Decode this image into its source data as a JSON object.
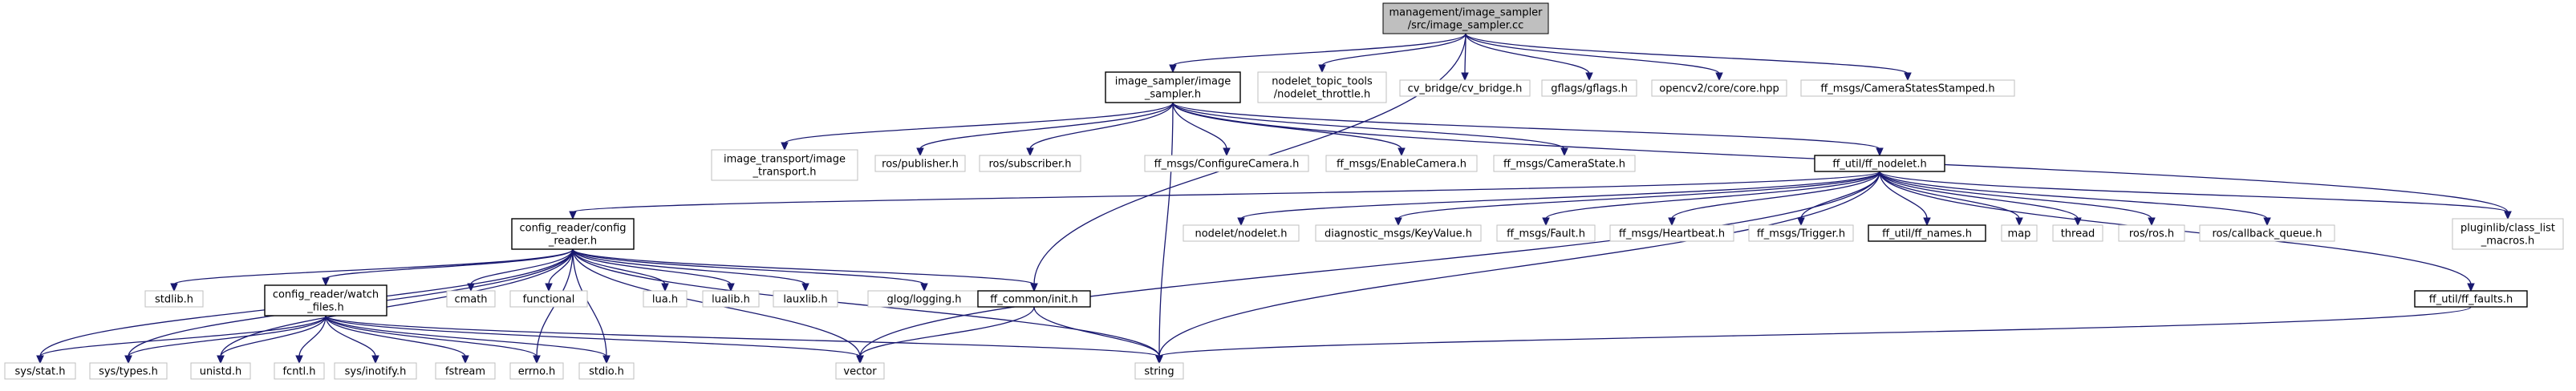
{
  "graph": {
    "colors": {
      "edge": "#191970",
      "root_fill": "#bfbfbf",
      "documented_border": "#000000",
      "external_border": "#bfbfbf",
      "node_fill": "#ffffff",
      "text": "#000000"
    },
    "nodes": [
      {
        "id": "root",
        "lines": [
          "management/image_sampler",
          "/src/image_sampler.cc"
        ],
        "kind": "root"
      },
      {
        "id": "image_sampler_h",
        "lines": [
          "image_sampler/image",
          "_sampler.h"
        ],
        "kind": "documented"
      },
      {
        "id": "nodelet_throttle",
        "lines": [
          "nodelet_topic_tools",
          "/nodelet_throttle.h"
        ],
        "kind": "external"
      },
      {
        "id": "cv_bridge",
        "lines": [
          "cv_bridge/cv_bridge.h"
        ],
        "kind": "external"
      },
      {
        "id": "gflags",
        "lines": [
          "gflags/gflags.h"
        ],
        "kind": "external"
      },
      {
        "id": "opencv_core",
        "lines": [
          "opencv2/core/core.hpp"
        ],
        "kind": "external"
      },
      {
        "id": "camera_states_stamped",
        "lines": [
          "ff_msgs/CameraStatesStamped.h"
        ],
        "kind": "external"
      },
      {
        "id": "image_transport",
        "lines": [
          "image_transport/image",
          "_transport.h"
        ],
        "kind": "external"
      },
      {
        "id": "ros_publisher",
        "lines": [
          "ros/publisher.h"
        ],
        "kind": "external"
      },
      {
        "id": "ros_subscriber",
        "lines": [
          "ros/subscriber.h"
        ],
        "kind": "external"
      },
      {
        "id": "configure_camera",
        "lines": [
          "ff_msgs/ConfigureCamera.h"
        ],
        "kind": "external"
      },
      {
        "id": "enable_camera",
        "lines": [
          "ff_msgs/EnableCamera.h"
        ],
        "kind": "external"
      },
      {
        "id": "camera_state",
        "lines": [
          "ff_msgs/CameraState.h"
        ],
        "kind": "external"
      },
      {
        "id": "ff_nodelet",
        "lines": [
          "ff_util/ff_nodelet.h"
        ],
        "kind": "documented"
      },
      {
        "id": "pluginlib",
        "lines": [
          "pluginlib/class_list",
          "_macros.h"
        ],
        "kind": "external"
      },
      {
        "id": "config_reader",
        "lines": [
          "config_reader/config",
          "_reader.h"
        ],
        "kind": "documented"
      },
      {
        "id": "nodelet_nodelet",
        "lines": [
          "nodelet/nodelet.h"
        ],
        "kind": "external"
      },
      {
        "id": "key_value",
        "lines": [
          "diagnostic_msgs/KeyValue.h"
        ],
        "kind": "external"
      },
      {
        "id": "fault",
        "lines": [
          "ff_msgs/Fault.h"
        ],
        "kind": "external"
      },
      {
        "id": "heartbeat",
        "lines": [
          "ff_msgs/Heartbeat.h"
        ],
        "kind": "external"
      },
      {
        "id": "trigger",
        "lines": [
          "ff_msgs/Trigger.h"
        ],
        "kind": "external"
      },
      {
        "id": "ff_names",
        "lines": [
          "ff_util/ff_names.h"
        ],
        "kind": "documented"
      },
      {
        "id": "map",
        "lines": [
          "map"
        ],
        "kind": "external"
      },
      {
        "id": "thread",
        "lines": [
          "thread"
        ],
        "kind": "external"
      },
      {
        "id": "ros_ros",
        "lines": [
          "ros/ros.h"
        ],
        "kind": "external"
      },
      {
        "id": "callback_queue",
        "lines": [
          "ros/callback_queue.h"
        ],
        "kind": "external"
      },
      {
        "id": "stdlib",
        "lines": [
          "stdlib.h"
        ],
        "kind": "external"
      },
      {
        "id": "watch_files",
        "lines": [
          "config_reader/watch",
          "_files.h"
        ],
        "kind": "documented"
      },
      {
        "id": "cmath",
        "lines": [
          "cmath"
        ],
        "kind": "external"
      },
      {
        "id": "functional",
        "lines": [
          "functional"
        ],
        "kind": "external"
      },
      {
        "id": "lua",
        "lines": [
          "lua.h"
        ],
        "kind": "external"
      },
      {
        "id": "lualib",
        "lines": [
          "lualib.h"
        ],
        "kind": "external"
      },
      {
        "id": "lauxlib",
        "lines": [
          "lauxlib.h"
        ],
        "kind": "external"
      },
      {
        "id": "glog",
        "lines": [
          "glog/logging.h"
        ],
        "kind": "external"
      },
      {
        "id": "ff_common_init",
        "lines": [
          "ff_common/init.h"
        ],
        "kind": "documented"
      },
      {
        "id": "ff_faults",
        "lines": [
          "ff_util/ff_faults.h"
        ],
        "kind": "documented"
      },
      {
        "id": "sys_stat",
        "lines": [
          "sys/stat.h"
        ],
        "kind": "external"
      },
      {
        "id": "sys_types",
        "lines": [
          "sys/types.h"
        ],
        "kind": "external"
      },
      {
        "id": "unistd",
        "lines": [
          "unistd.h"
        ],
        "kind": "external"
      },
      {
        "id": "fcntl",
        "lines": [
          "fcntl.h"
        ],
        "kind": "external"
      },
      {
        "id": "sys_inotify",
        "lines": [
          "sys/inotify.h"
        ],
        "kind": "external"
      },
      {
        "id": "fstream",
        "lines": [
          "fstream"
        ],
        "kind": "external"
      },
      {
        "id": "errno",
        "lines": [
          "errno.h"
        ],
        "kind": "external"
      },
      {
        "id": "stdio",
        "lines": [
          "stdio.h"
        ],
        "kind": "external"
      },
      {
        "id": "vector",
        "lines": [
          "vector"
        ],
        "kind": "external"
      },
      {
        "id": "string",
        "lines": [
          "string"
        ],
        "kind": "external"
      }
    ],
    "edges": [
      [
        "root",
        "image_sampler_h"
      ],
      [
        "root",
        "nodelet_throttle"
      ],
      [
        "root",
        "cv_bridge"
      ],
      [
        "root",
        "gflags"
      ],
      [
        "root",
        "opencv_core"
      ],
      [
        "root",
        "camera_states_stamped"
      ],
      [
        "root",
        "ff_common_init"
      ],
      [
        "image_sampler_h",
        "image_transport"
      ],
      [
        "image_sampler_h",
        "ros_publisher"
      ],
      [
        "image_sampler_h",
        "ros_subscriber"
      ],
      [
        "image_sampler_h",
        "configure_camera"
      ],
      [
        "image_sampler_h",
        "enable_camera"
      ],
      [
        "image_sampler_h",
        "camera_state"
      ],
      [
        "image_sampler_h",
        "ff_nodelet"
      ],
      [
        "image_sampler_h",
        "pluginlib"
      ],
      [
        "image_sampler_h",
        "string"
      ],
      [
        "ff_nodelet",
        "config_reader"
      ],
      [
        "ff_nodelet",
        "nodelet_nodelet"
      ],
      [
        "ff_nodelet",
        "key_value"
      ],
      [
        "ff_nodelet",
        "fault"
      ],
      [
        "ff_nodelet",
        "heartbeat"
      ],
      [
        "ff_nodelet",
        "trigger"
      ],
      [
        "ff_nodelet",
        "ff_names"
      ],
      [
        "ff_nodelet",
        "map"
      ],
      [
        "ff_nodelet",
        "thread"
      ],
      [
        "ff_nodelet",
        "ros_ros"
      ],
      [
        "ff_nodelet",
        "callback_queue"
      ],
      [
        "ff_nodelet",
        "pluginlib"
      ],
      [
        "ff_nodelet",
        "ff_faults"
      ],
      [
        "ff_nodelet",
        "vector"
      ],
      [
        "ff_nodelet",
        "string"
      ],
      [
        "config_reader",
        "stdlib"
      ],
      [
        "config_reader",
        "watch_files"
      ],
      [
        "config_reader",
        "cmath"
      ],
      [
        "config_reader",
        "functional"
      ],
      [
        "config_reader",
        "lua"
      ],
      [
        "config_reader",
        "lualib"
      ],
      [
        "config_reader",
        "lauxlib"
      ],
      [
        "config_reader",
        "glog"
      ],
      [
        "config_reader",
        "ff_common_init"
      ],
      [
        "config_reader",
        "sys_stat"
      ],
      [
        "config_reader",
        "sys_types"
      ],
      [
        "config_reader",
        "unistd"
      ],
      [
        "config_reader",
        "errno"
      ],
      [
        "config_reader",
        "stdio"
      ],
      [
        "config_reader",
        "vector"
      ],
      [
        "config_reader",
        "string"
      ],
      [
        "watch_files",
        "sys_stat"
      ],
      [
        "watch_files",
        "sys_types"
      ],
      [
        "watch_files",
        "unistd"
      ],
      [
        "watch_files",
        "fcntl"
      ],
      [
        "watch_files",
        "sys_inotify"
      ],
      [
        "watch_files",
        "fstream"
      ],
      [
        "watch_files",
        "errno"
      ],
      [
        "watch_files",
        "stdio"
      ],
      [
        "watch_files",
        "vector"
      ],
      [
        "watch_files",
        "string"
      ],
      [
        "ff_common_init",
        "vector"
      ],
      [
        "ff_common_init",
        "string"
      ],
      [
        "ff_faults",
        "string"
      ]
    ]
  }
}
